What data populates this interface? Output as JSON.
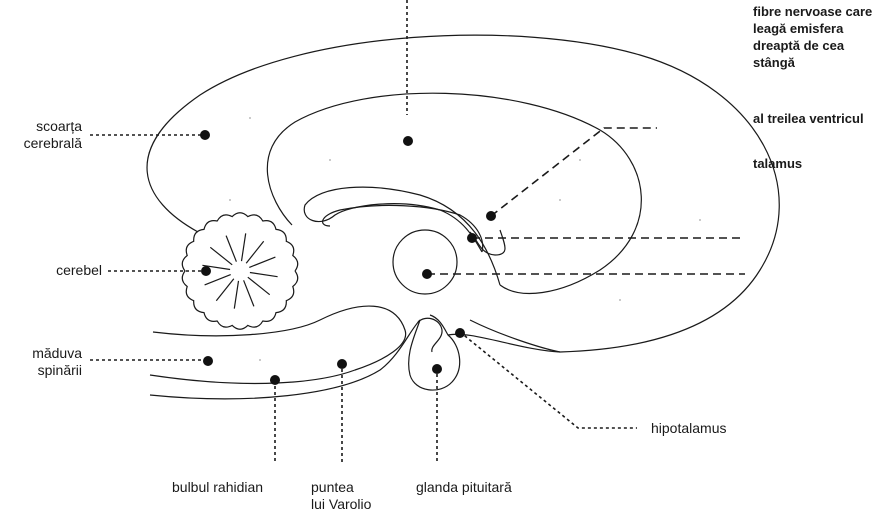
{
  "labels": {
    "corpus_callosum": "fibre nervoase care leagă emisfera dreaptă de cea stângă",
    "corpus_callosum_lines": [
      "fibre nervoase care",
      "leagă emisfera",
      "dreaptă de cea",
      "stângă"
    ],
    "third_ventricle": "al treilea ventricul",
    "thalamus": "talamus",
    "cortex_lines": [
      "scoarța",
      "cerebrală"
    ],
    "cerebellum": "cerebel",
    "spinal_cord_lines": [
      "măduva",
      "spinării"
    ],
    "hypothalamus": "hipotalamus",
    "medulla": "bulbul rahidian",
    "pons_lines": [
      "puntea",
      "lui Varolio"
    ],
    "pituitary": "glanda pituitară"
  },
  "colors": {
    "ink": "#1a1a1a",
    "background": "#ffffff"
  }
}
